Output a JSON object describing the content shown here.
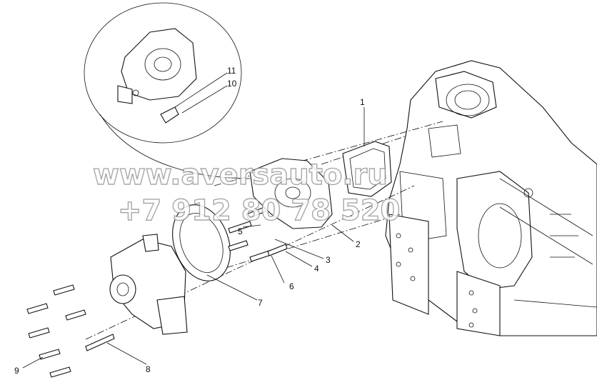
{
  "watermark": {
    "site": "www.aversauto.ru",
    "phone": "+7 912 80 78 520"
  },
  "callouts": [
    {
      "id": "1",
      "label": "1"
    },
    {
      "id": "2",
      "label": "2"
    },
    {
      "id": "3",
      "label": "3"
    },
    {
      "id": "4",
      "label": "4"
    },
    {
      "id": "5",
      "label": "5"
    },
    {
      "id": "6",
      "label": "6"
    },
    {
      "id": "7",
      "label": "7"
    },
    {
      "id": "8",
      "label": "8"
    },
    {
      "id": "9",
      "label": "9"
    },
    {
      "id": "10",
      "label": "10"
    },
    {
      "id": "11",
      "label": "11"
    }
  ]
}
